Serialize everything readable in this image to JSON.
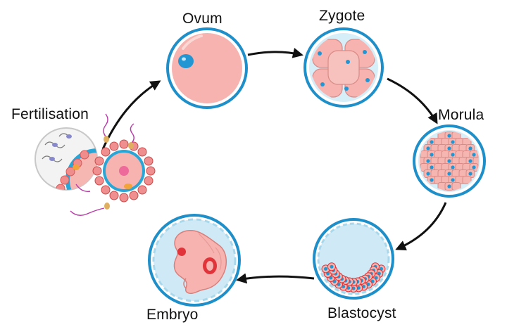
{
  "diagram": {
    "stages": [
      {
        "id": "fertilisation",
        "label": "Fertilisation"
      },
      {
        "id": "ovum",
        "label": "Ovum"
      },
      {
        "id": "zygote",
        "label": "Zygote"
      },
      {
        "id": "morula",
        "label": "Morula"
      },
      {
        "id": "blastocyst",
        "label": "Blastocyst"
      },
      {
        "id": "embryo",
        "label": "Embryo"
      }
    ],
    "arrow_sequence": [
      "fertilisation",
      "ovum",
      "zygote",
      "morula",
      "blastocyst",
      "embryo"
    ],
    "colors": {
      "membrane": "#2aa6d6",
      "cell_fill": "#f5b5b0",
      "nucleus": "#2196d3",
      "embryo_red": "#e0343a",
      "sperm_tail": "#b93aa8",
      "arrow": "#111111"
    }
  }
}
